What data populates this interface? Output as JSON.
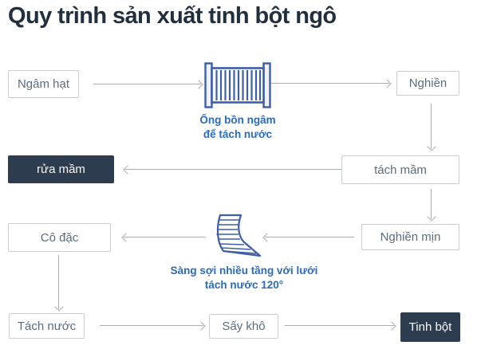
{
  "title": "Quy trình sản xuất tinh bột ngô",
  "nodes": {
    "ngam_hat": {
      "label": "Ngâm hạt",
      "style": "light"
    },
    "nghien": {
      "label": "Nghiền",
      "style": "light"
    },
    "rua_mam": {
      "label": "rửa mầm",
      "style": "dark"
    },
    "tach_mam": {
      "label": "tách mầm",
      "style": "light"
    },
    "co_dac": {
      "label": "Cô đặc",
      "style": "light"
    },
    "nghien_min": {
      "label": "Nghiền mịn",
      "style": "light"
    },
    "tach_nuoc": {
      "label": "Tách nước",
      "style": "light"
    },
    "say_kho": {
      "label": "Sấy khô",
      "style": "light"
    },
    "tinh_bot": {
      "label": "Tinh bột",
      "style": "dark"
    }
  },
  "captions": {
    "soak_tank": {
      "line1": "Ống bồn ngâm",
      "line2": "để tách nước"
    },
    "sieve": {
      "line1": "Sàng sợi nhiều tầng với lưới",
      "line2": "tách nước 120°"
    }
  },
  "icons": {
    "soak_tank": "striped-soaking-tank-icon",
    "sieve": "curved-multideck-sieve-icon"
  },
  "edges": [
    {
      "from": "Ngâm hạt",
      "to": "Ống bồn ngâm",
      "dir": "right"
    },
    {
      "from": "Ống bồn ngâm",
      "to": "Nghiền",
      "dir": "right"
    },
    {
      "from": "Nghiền",
      "to": "tách mầm",
      "dir": "down"
    },
    {
      "from": "tách mầm",
      "to": "rửa mầm",
      "dir": "left"
    },
    {
      "from": "tách mầm",
      "to": "Nghiền mịn",
      "dir": "down"
    },
    {
      "from": "Nghiền mịn",
      "to": "Sàng sợi",
      "dir": "left"
    },
    {
      "from": "Sàng sợi",
      "to": "Cô đặc",
      "dir": "left"
    },
    {
      "from": "Cô đặc",
      "to": "Tách nước",
      "dir": "down"
    },
    {
      "from": "Tách nước",
      "to": "Sấy khô",
      "dir": "right"
    },
    {
      "from": "Sấy khô",
      "to": "Tinh bột",
      "dir": "right"
    }
  ],
  "colors": {
    "title": "#222f3e",
    "dark_box": "#2d3c4e",
    "box_border": "#c9ced3",
    "box_text": "#5c6b7a",
    "caption_blue": "#2b6bba",
    "icon_blue": "#3d5fa9",
    "arrow_gray": "#a9adb2"
  }
}
